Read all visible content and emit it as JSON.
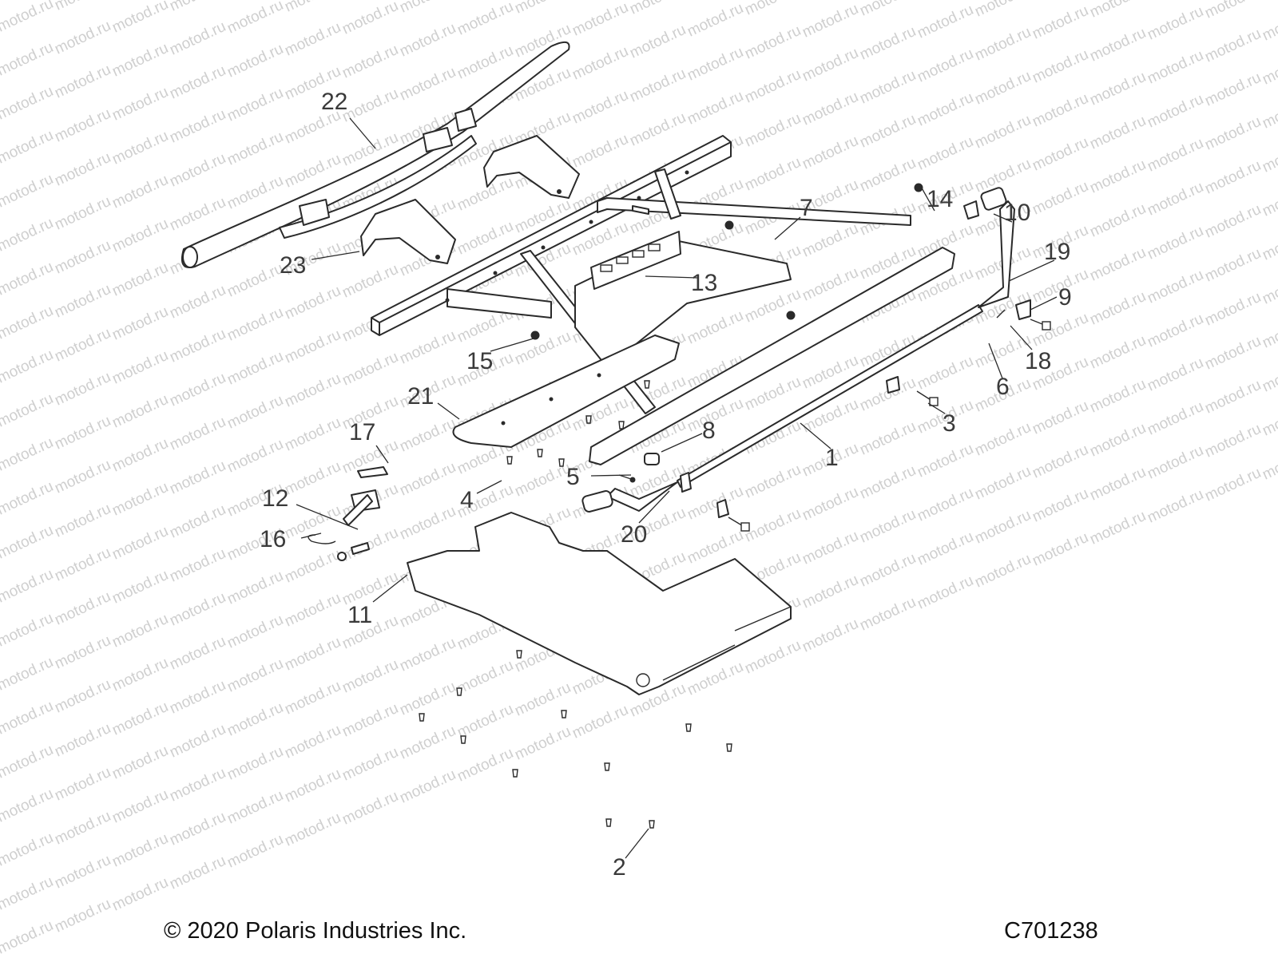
{
  "watermark": "motod.ru",
  "callouts": [
    "22",
    "23",
    "7",
    "14",
    "10",
    "19",
    "9",
    "18",
    "6",
    "13",
    "15",
    "21",
    "3",
    "8",
    "1",
    "17",
    "12",
    "16",
    "5",
    "4",
    "20",
    "11",
    "2"
  ],
  "footer": {
    "copyright": "© 2020 Polaris Industries Inc.",
    "drawing_number": "C701238"
  }
}
